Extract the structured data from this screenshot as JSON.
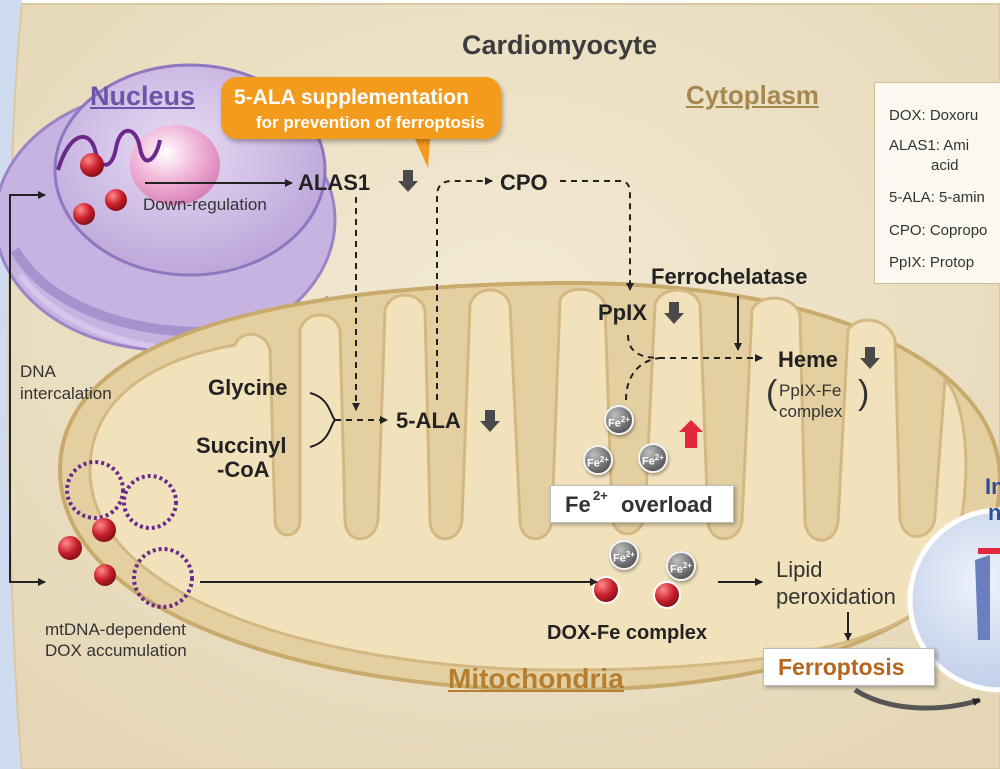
{
  "title": "Cardiomyocyte",
  "regions": {
    "nucleus": "Nucleus",
    "cytoplasm": "Cytoplasm",
    "mitochondria": "Mitochondria"
  },
  "callout": {
    "line1": "5-ALA supplementation",
    "line2": "for prevention of ferroptosis"
  },
  "labels": {
    "down_regulation": "Down-regulation",
    "alas1": "ALAS1",
    "cpo": "CPO",
    "ppix": "PpIX",
    "ferrochelatase": "Ferrochelatase",
    "heme": "Heme",
    "heme_complex_1": "PpIX-Fe",
    "heme_complex_2": "complex",
    "glycine": "Glycine",
    "succinyl_1": "Succinyl",
    "succinyl_2": "-CoA",
    "five_ala": "5-ALA",
    "dna_1": "DNA",
    "dna_2": "intercalation",
    "fe_overload_main": "Fe",
    "fe_overload_sup": "2+",
    "fe_overload_rest": "overload",
    "dox_fe_complex": "DOX-Fe complex",
    "lipid_1": "Lipid",
    "lipid_2": "peroxidation",
    "ferroptosis": "Ferroptosis",
    "mtdna_1": "mtDNA-dependent",
    "mtdna_2": "DOX accumulation",
    "fe_ion": "Fe",
    "fe_ion_sup": "2+",
    "cut_1": "In",
    "cut_2": "n"
  },
  "legend": [
    "DOX: Doxoru",
    "ALAS1: Ami",
    "acid",
    "5-ALA: 5-amin",
    "CPO: Copropo",
    "PpIX: Protop"
  ],
  "colors": {
    "callout": "#f39b1c",
    "nucleus": "#6a55a8",
    "mitochondria_label": "#b47d2f",
    "ferroptosis_text": "#b5651d",
    "up_arrow": "#e2283c",
    "dox_ball": "#c8202c"
  },
  "icons": {
    "down_arrow": "down-arrow-icon",
    "up_arrow": "up-arrow-icon",
    "fe_ion": "fe-ion-icon",
    "dox_molecule": "dox-molecule-icon",
    "mtdna_circle": "mtdna-circle-icon"
  }
}
